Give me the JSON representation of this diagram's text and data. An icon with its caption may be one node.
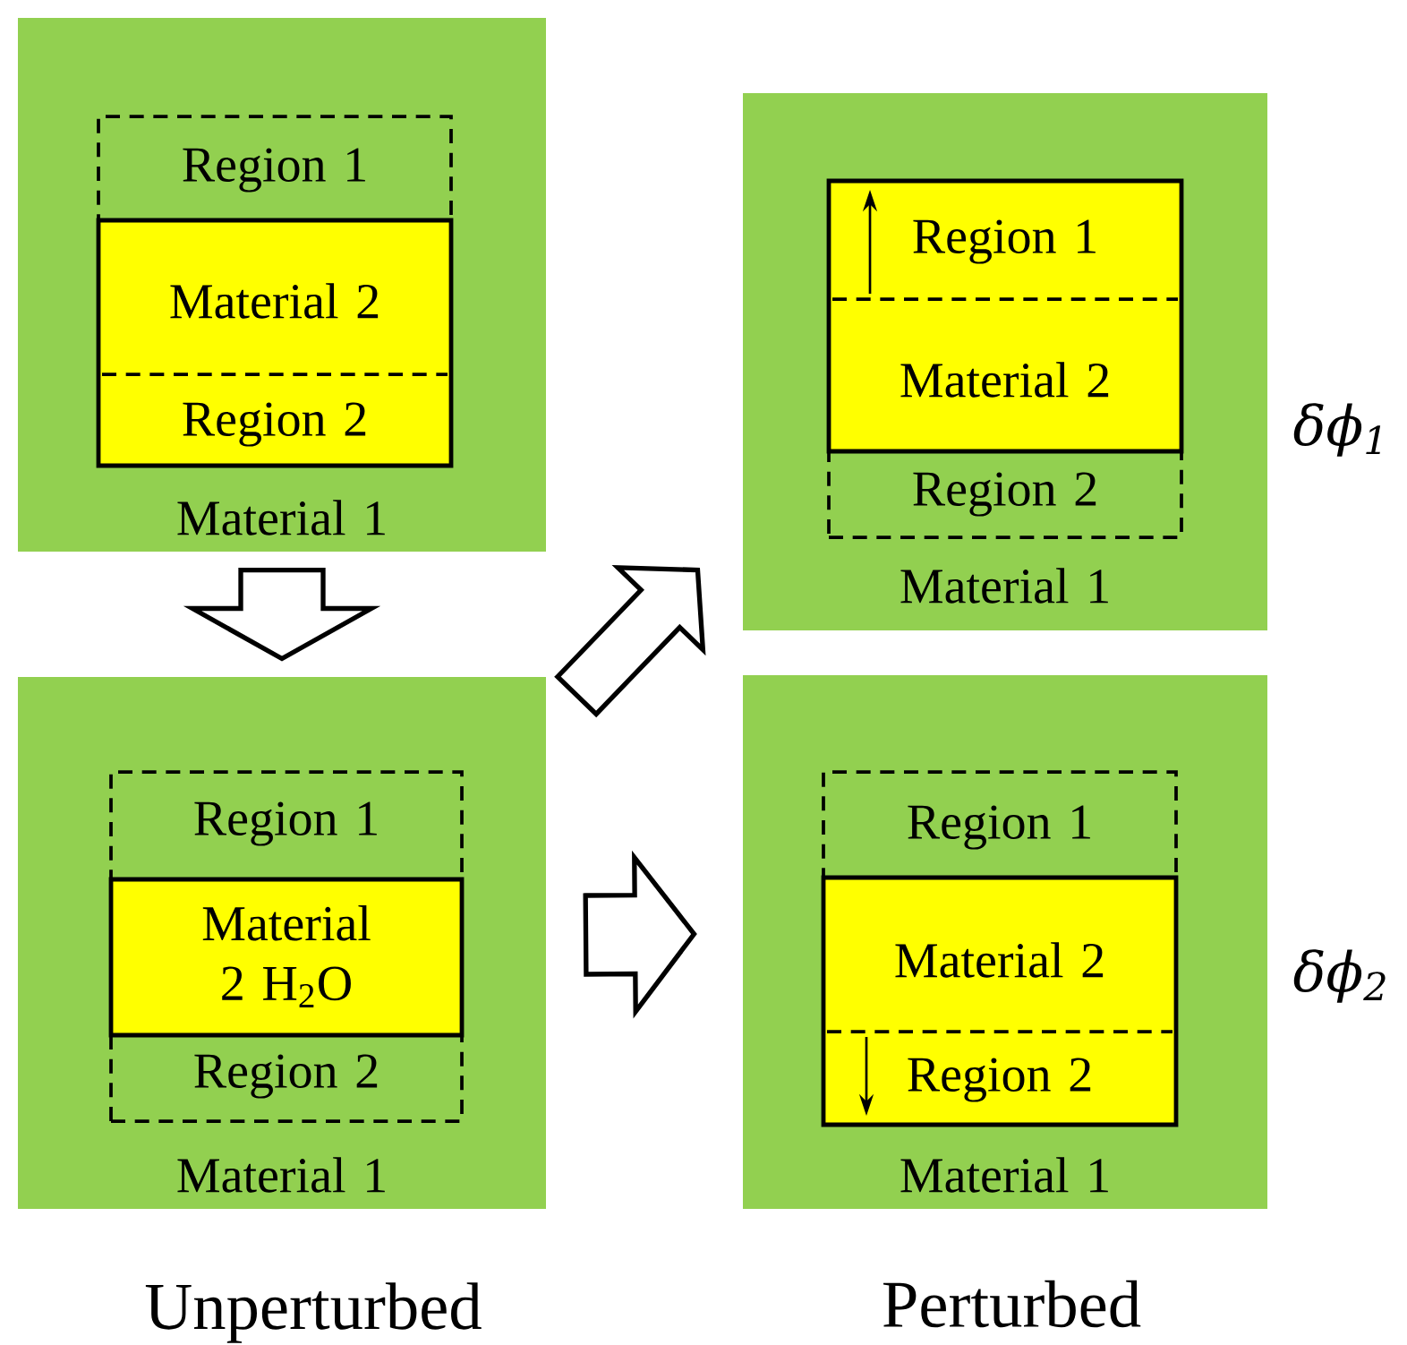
{
  "diagram": {
    "nodes": [
      {
        "text": [
          "Material 1"
        ]
      },
      {
        "text": [
          "Region 1"
        ],
        "in": 0
      },
      {
        "text": [
          "Material 2"
        ],
        "in": 0
      },
      {
        "text": [
          "Region 2"
        ],
        "in": 2
      },
      {
        "text": [
          "Material 1"
        ],
        "beside": [
          "δϕ$_{1}$"
        ]
      },
      {
        "text": [
          "Material 2"
        ],
        "in": 4
      },
      {
        "text": [
          "Region 1"
        ],
        "in": 5
      },
      {
        "text": [
          "Region 2"
        ],
        "in": 4
      },
      {
        "text": [
          "Material 1"
        ]
      },
      {
        "text": [
          "Region 1"
        ],
        "in": 8
      },
      {
        "text": [
          "Material 2 H$_{2}$O"
        ],
        "in": 8
      },
      {
        "text": [
          "Region 2"
        ],
        "in": 8
      },
      {
        "text": [
          "Material 1"
        ],
        "beside": [
          "δϕ$_{2}$"
        ]
      },
      {
        "text": [
          "Region 1"
        ],
        "in": 12
      },
      {
        "text": [
          "Material 2"
        ],
        "in": 12
      },
      {
        "text": [
          "Region 2"
        ],
        "in": 14
      }
    ],
    "edges": [
      {
        "from": 0,
        "to": 8,
        "arrow": "to"
      },
      {
        "from": 0,
        "to": 4,
        "arrow": "to"
      },
      {
        "from": 8,
        "to": 12,
        "arrow": "to"
      }
    ],
    "labels": [
      "Perturbed",
      "Unperturbed"
    ]
  }
}
